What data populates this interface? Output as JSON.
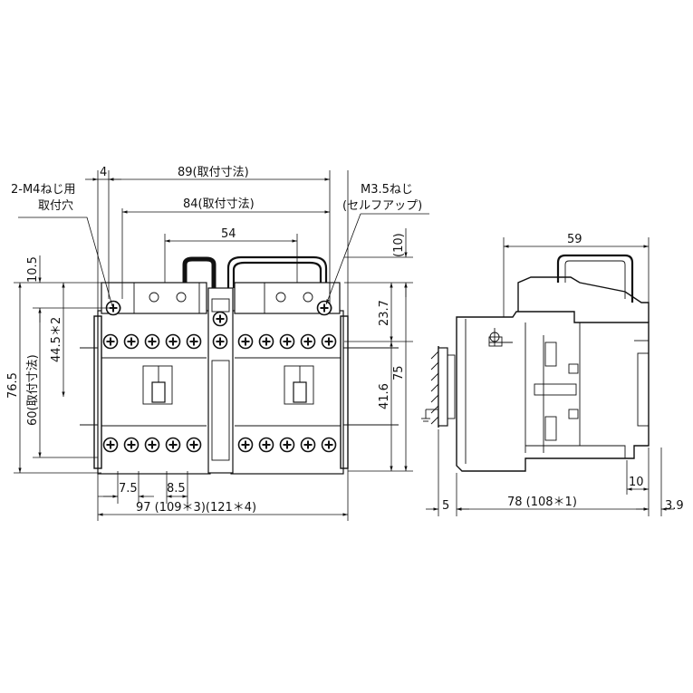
{
  "front_view": {
    "labels": {
      "mount_hole_screw": "2-M4ねじ用",
      "mount_hole": "取付穴",
      "terminal_screw": "M3.5ねじ",
      "terminal_type": "(セルフアップ)"
    },
    "dimensions": {
      "d4": "4",
      "d89": "89(取付寸法)",
      "d84": "84(取付寸法)",
      "d54": "54",
      "d10_top": "(10)",
      "d10_5": "10.5",
      "d44_5": "44.5＊2",
      "d76_5": "76.5",
      "d60": "60(取付寸法)",
      "d23_7": "23.7",
      "d41_6": "41.6",
      "d75": "75",
      "d7_5": "7.5",
      "d8_5": "8.5",
      "d97": "97 (109＊3)(121＊4)"
    }
  },
  "side_view": {
    "dimensions": {
      "d59": "59",
      "d5": "5",
      "d78": "78 (108＊1)",
      "d10": "10",
      "d3_9": "3.9"
    }
  }
}
